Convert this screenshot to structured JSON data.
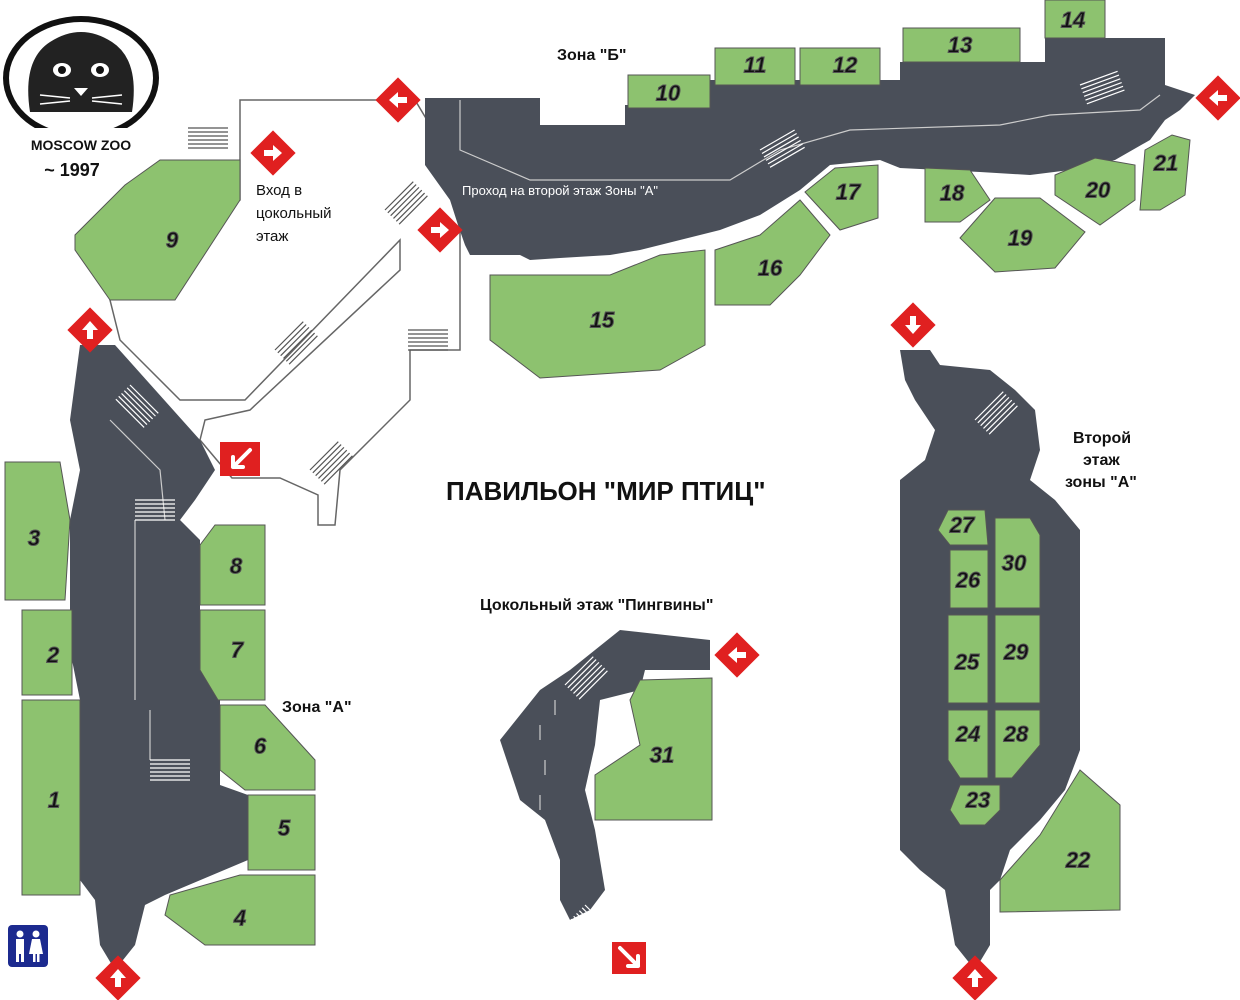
{
  "title": "ПАВИЛЬОН \"МИР ПТИЦ\"",
  "logo": {
    "name": "MOSCOW ZOO",
    "year": "~ 1997"
  },
  "labels": {
    "zone_b": "Зона \"Б\"",
    "zone_a": "Зона \"А\"",
    "entrance_line1": "Вход в",
    "entrance_line2": "цокольный",
    "entrance_line3": "этаж",
    "passage": "Проход на второй этаж Зоны \"А\"",
    "basement": "Цокольный этаж \"Пингвины\"",
    "second_line1": "Второй",
    "second_line2": "этаж",
    "second_line3": "зоны \"А\""
  },
  "enclosures": [
    "1",
    "2",
    "3",
    "4",
    "5",
    "6",
    "7",
    "8",
    "9",
    "10",
    "11",
    "12",
    "13",
    "14",
    "15",
    "16",
    "17",
    "18",
    "19",
    "20",
    "21",
    "22",
    "23",
    "24",
    "25",
    "26",
    "27",
    "28",
    "29",
    "30",
    "31"
  ],
  "colors": {
    "enclosure": "#8dc26f",
    "corridor": "#4a4f59",
    "exit": "#e02020",
    "outline": "#555555"
  },
  "icons": [
    "exit-arrow-icon",
    "restroom-icon",
    "stairs-icon",
    "pallas-cat-logo-icon"
  ]
}
